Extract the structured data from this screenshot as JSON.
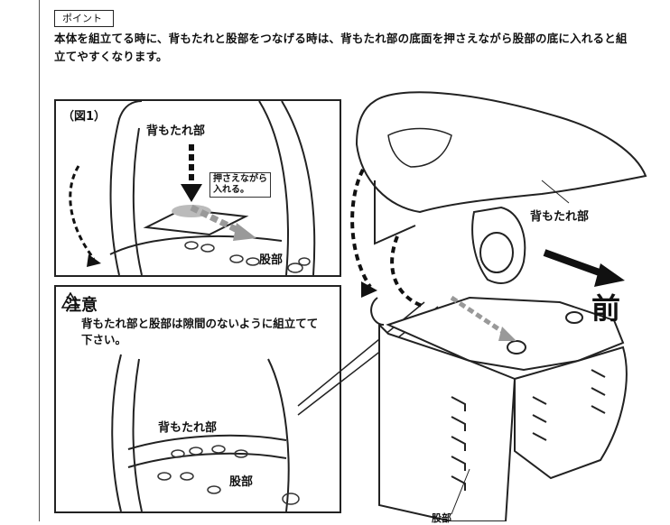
{
  "point": {
    "tag": "ポイント"
  },
  "intro": {
    "text": "本体を組立てる時に、背もたれと股部をつなげる時は、背もたれ部の底面を押さえながら股部の底に入れると組立てやすくなります。"
  },
  "figure1": {
    "label": "（図1）",
    "backrest": "背もたれ部",
    "callout": "押さえながら\n入れる。",
    "crotch": "股部"
  },
  "caution": {
    "icon": "warning-triangle-icon",
    "title": "注意",
    "text": "背もたれ部と股部は隙間のないように組立てて下さい。",
    "backrest": "背もたれ部",
    "crotch": "股部"
  },
  "main": {
    "backrest": "背もたれ部",
    "front": "前",
    "crotch": "股部"
  }
}
